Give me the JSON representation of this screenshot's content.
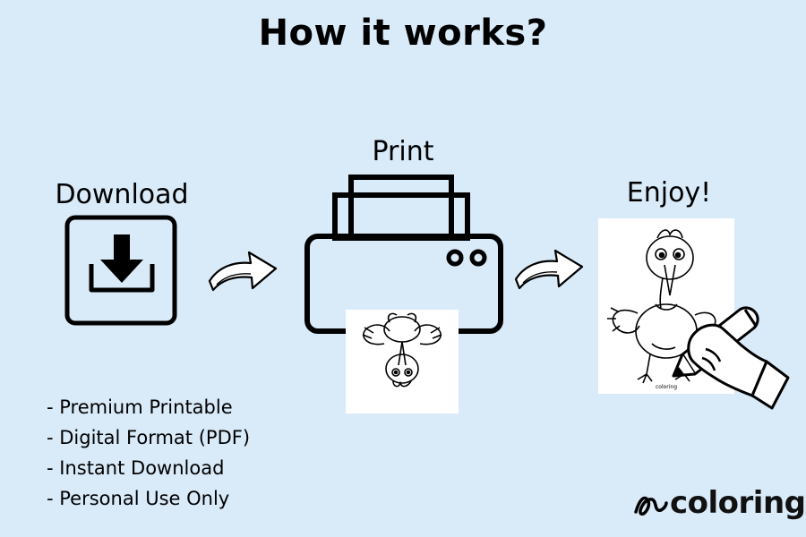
{
  "title": "How it works?",
  "steps": {
    "download": "Download",
    "print": "Print",
    "enjoy": "Enjoy!"
  },
  "features": [
    "- Premium Printable",
    "- Digital Format (PDF)",
    "- Instant Download",
    "- Personal Use Only"
  ],
  "logo": {
    "text": "coloring"
  },
  "colors": {
    "background": "#d9eaf9",
    "ink": "#000000"
  },
  "icons": [
    "download-icon",
    "arrow-right-icon",
    "printer-icon",
    "coloring-page-image",
    "hand-pencil-icon",
    "coloring-logo-icon"
  ]
}
